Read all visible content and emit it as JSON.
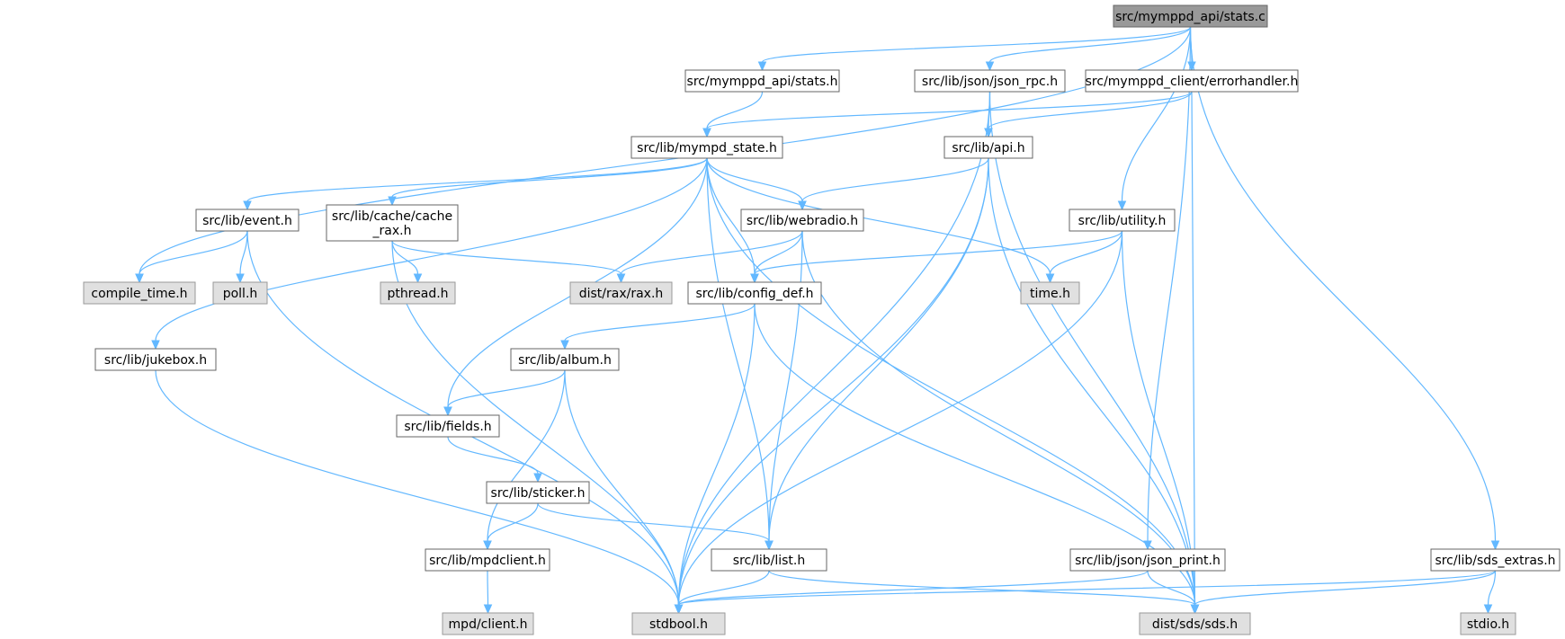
{
  "nodes": [
    {
      "id": "stats_c",
      "lines": [
        "src/mymppd_api/stats.c"
      ],
      "kind": "focus"
    },
    {
      "id": "stats_h",
      "lines": [
        "src/mymppd_api/stats.h"
      ],
      "kind": "int"
    },
    {
      "id": "json_rpc",
      "lines": [
        "src/lib/json/json_rpc.h"
      ],
      "kind": "int"
    },
    {
      "id": "errorhandler",
      "lines": [
        "src/mymppd_client/errorhandler.h"
      ],
      "kind": "int"
    },
    {
      "id": "mympd_state",
      "lines": [
        "src/lib/mympd_state.h"
      ],
      "kind": "int"
    },
    {
      "id": "api",
      "lines": [
        "src/lib/api.h"
      ],
      "kind": "int"
    },
    {
      "id": "event",
      "lines": [
        "src/lib/event.h"
      ],
      "kind": "int"
    },
    {
      "id": "cache_rax",
      "lines": [
        "src/lib/cache/cache",
        "_rax.h"
      ],
      "kind": "int"
    },
    {
      "id": "webradio",
      "lines": [
        "src/lib/webradio.h"
      ],
      "kind": "int"
    },
    {
      "id": "utility",
      "lines": [
        "src/lib/utility.h"
      ],
      "kind": "int"
    },
    {
      "id": "compile_time",
      "lines": [
        "compile_time.h"
      ],
      "kind": "ext"
    },
    {
      "id": "poll",
      "lines": [
        "poll.h"
      ],
      "kind": "ext"
    },
    {
      "id": "pthread",
      "lines": [
        "pthread.h"
      ],
      "kind": "ext"
    },
    {
      "id": "rax",
      "lines": [
        "dist/rax/rax.h"
      ],
      "kind": "ext"
    },
    {
      "id": "config_def",
      "lines": [
        "src/lib/config_def.h"
      ],
      "kind": "int"
    },
    {
      "id": "time",
      "lines": [
        "time.h"
      ],
      "kind": "ext"
    },
    {
      "id": "jukebox",
      "lines": [
        "src/lib/jukebox.h"
      ],
      "kind": "int"
    },
    {
      "id": "album",
      "lines": [
        "src/lib/album.h"
      ],
      "kind": "int"
    },
    {
      "id": "fields",
      "lines": [
        "src/lib/fields.h"
      ],
      "kind": "int"
    },
    {
      "id": "sticker",
      "lines": [
        "src/lib/sticker.h"
      ],
      "kind": "int"
    },
    {
      "id": "mpdclient",
      "lines": [
        "src/lib/mpdclient.h"
      ],
      "kind": "int"
    },
    {
      "id": "list",
      "lines": [
        "src/lib/list.h"
      ],
      "kind": "int"
    },
    {
      "id": "json_print",
      "lines": [
        "src/lib/json/json_print.h"
      ],
      "kind": "int"
    },
    {
      "id": "sds_extras",
      "lines": [
        "src/lib/sds_extras.h"
      ],
      "kind": "int"
    },
    {
      "id": "mpd_client",
      "lines": [
        "mpd/client.h"
      ],
      "kind": "ext"
    },
    {
      "id": "stdbool",
      "lines": [
        "stdbool.h"
      ],
      "kind": "ext"
    },
    {
      "id": "sds",
      "lines": [
        "dist/sds/sds.h"
      ],
      "kind": "ext"
    },
    {
      "id": "stdio",
      "lines": [
        "stdio.h"
      ],
      "kind": "ext"
    }
  ],
  "edges": [
    [
      "stats_c",
      "stats_h"
    ],
    [
      "stats_c",
      "json_rpc"
    ],
    [
      "stats_c",
      "errorhandler"
    ],
    [
      "stats_c",
      "compile_time"
    ],
    [
      "stats_c",
      "utility"
    ],
    [
      "stats_c",
      "json_print"
    ],
    [
      "stats_c",
      "sds_extras"
    ],
    [
      "stats_h",
      "mympd_state"
    ],
    [
      "json_rpc",
      "api"
    ],
    [
      "json_rpc",
      "stdbool"
    ],
    [
      "json_rpc",
      "sds"
    ],
    [
      "errorhandler",
      "mympd_state"
    ],
    [
      "errorhandler",
      "api"
    ],
    [
      "errorhandler",
      "sds"
    ],
    [
      "mympd_state",
      "event"
    ],
    [
      "mympd_state",
      "cache_rax"
    ],
    [
      "mympd_state",
      "webradio"
    ],
    [
      "mympd_state",
      "jukebox"
    ],
    [
      "mympd_state",
      "config_def"
    ],
    [
      "mympd_state",
      "time"
    ],
    [
      "mympd_state",
      "fields"
    ],
    [
      "mympd_state",
      "list"
    ],
    [
      "mympd_state",
      "sds"
    ],
    [
      "api",
      "webradio"
    ],
    [
      "api",
      "list"
    ],
    [
      "api",
      "stdbool"
    ],
    [
      "api",
      "sds"
    ],
    [
      "event",
      "compile_time"
    ],
    [
      "event",
      "poll"
    ],
    [
      "event",
      "stdbool"
    ],
    [
      "cache_rax",
      "pthread"
    ],
    [
      "cache_rax",
      "rax"
    ],
    [
      "cache_rax",
      "stdbool"
    ],
    [
      "webradio",
      "rax"
    ],
    [
      "webradio",
      "config_def"
    ],
    [
      "webradio",
      "list"
    ],
    [
      "webradio",
      "sds"
    ],
    [
      "utility",
      "config_def"
    ],
    [
      "utility",
      "time"
    ],
    [
      "utility",
      "stdbool"
    ],
    [
      "utility",
      "sds"
    ],
    [
      "config_def",
      "album"
    ],
    [
      "config_def",
      "stdbool"
    ],
    [
      "config_def",
      "sds"
    ],
    [
      "jukebox",
      "stdbool"
    ],
    [
      "album",
      "fields"
    ],
    [
      "album",
      "mpdclient"
    ],
    [
      "album",
      "stdbool"
    ],
    [
      "fields",
      "sticker"
    ],
    [
      "sticker",
      "mpdclient"
    ],
    [
      "sticker",
      "list"
    ],
    [
      "mpdclient",
      "mpd_client"
    ],
    [
      "list",
      "stdbool"
    ],
    [
      "list",
      "sds"
    ],
    [
      "json_print",
      "stdbool"
    ],
    [
      "json_print",
      "sds"
    ],
    [
      "sds_extras",
      "stdbool"
    ],
    [
      "sds_extras",
      "sds"
    ],
    [
      "sds_extras",
      "stdio"
    ]
  ]
}
